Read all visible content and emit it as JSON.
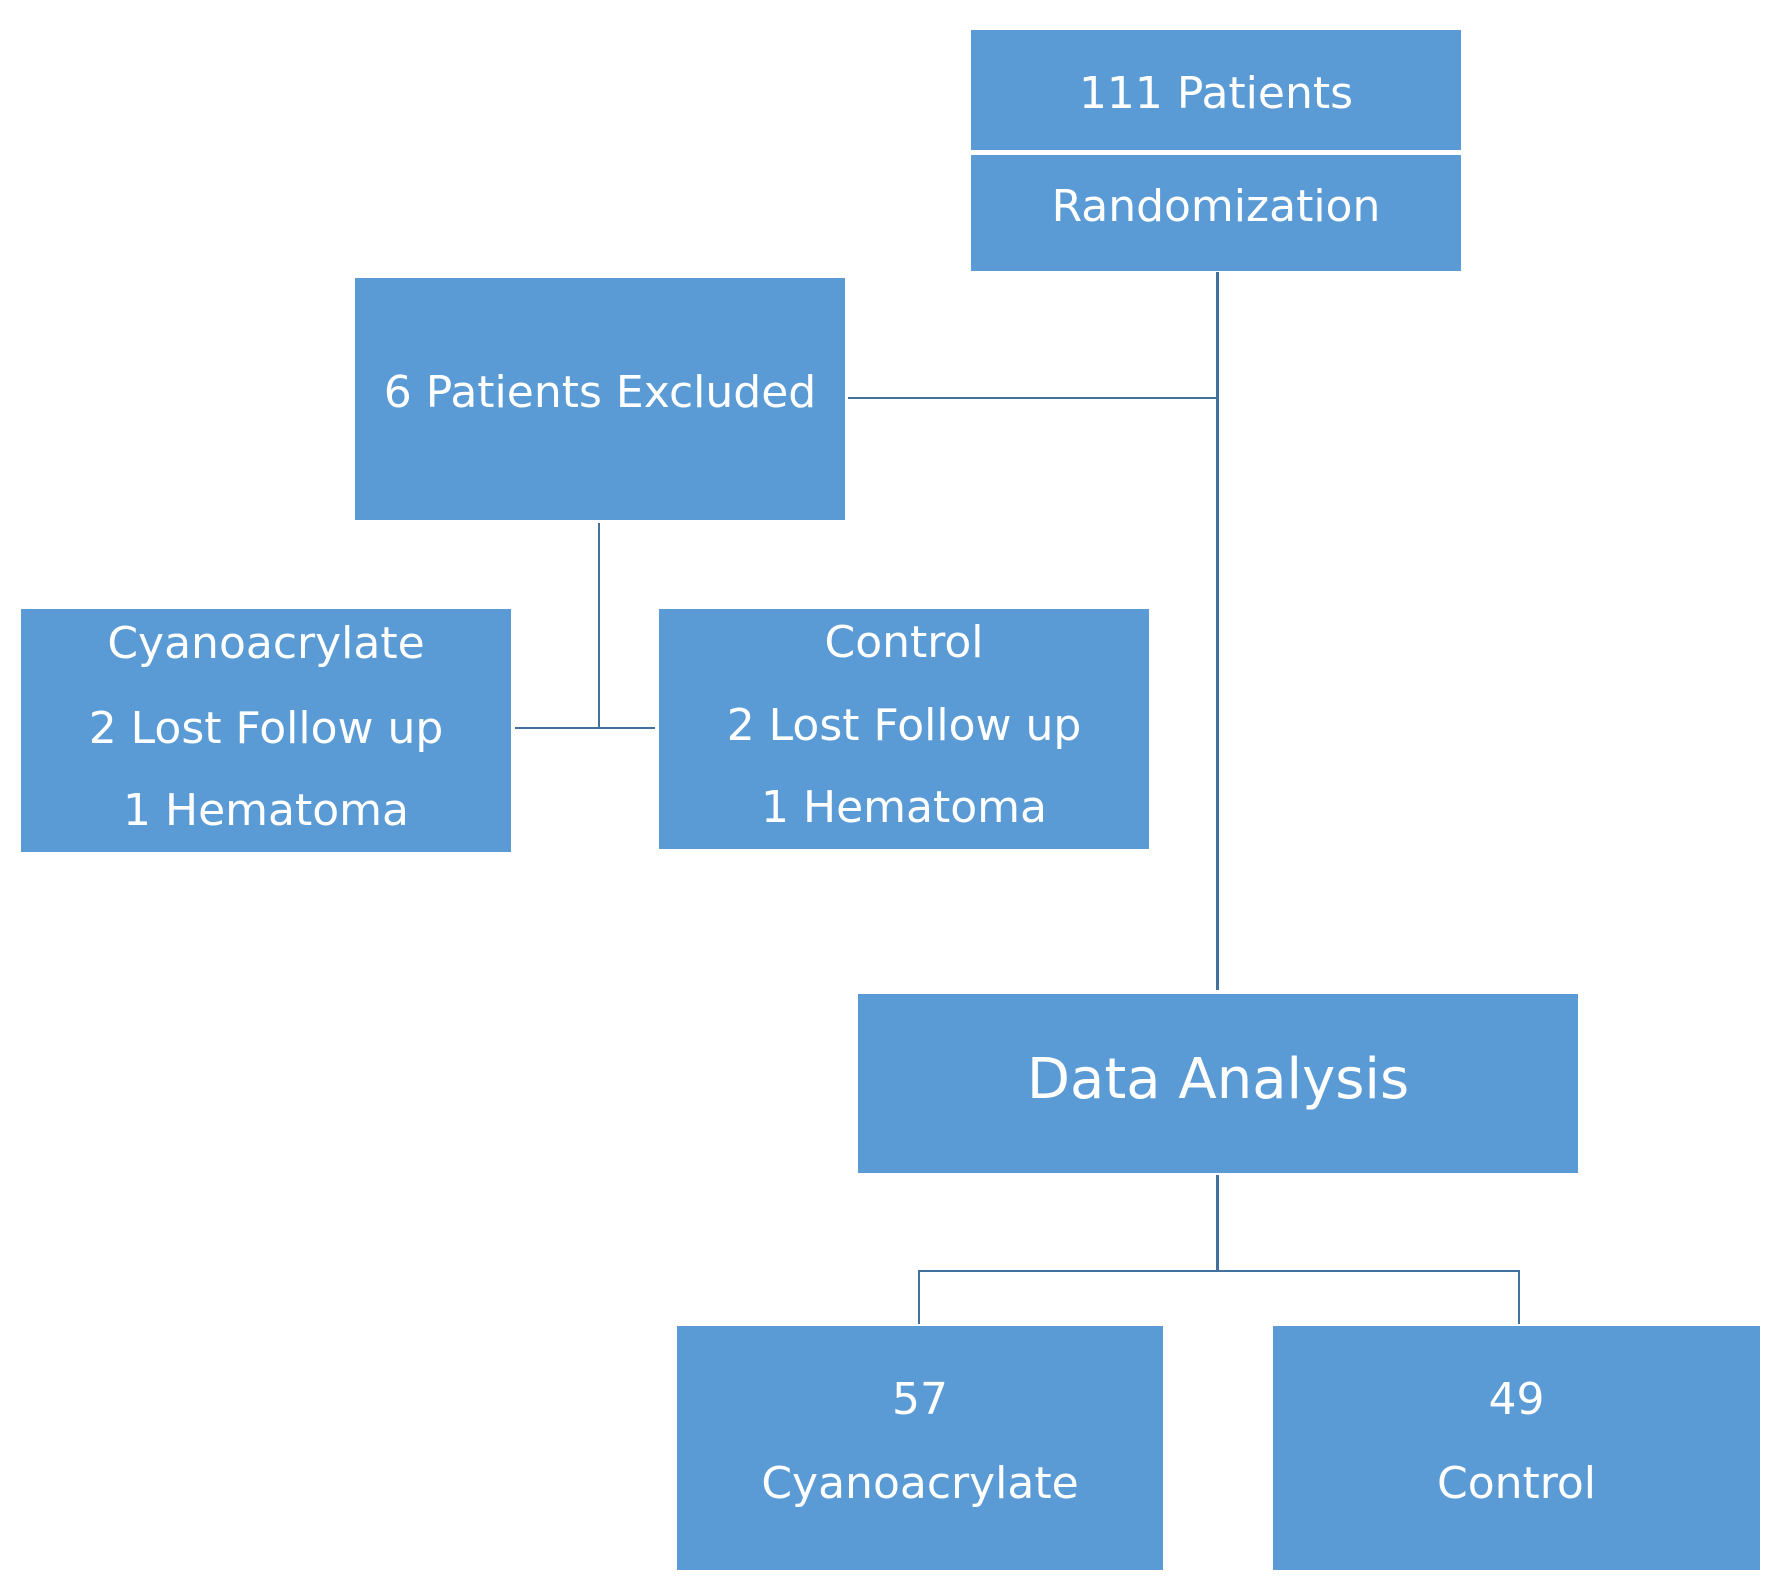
{
  "flowchart": {
    "patients_total": "111 Patients",
    "randomization": "Randomization",
    "excluded": "6 Patients Excluded",
    "excluded_cyanoacrylate": {
      "title": "Cyanoacrylate",
      "lost": "2 Lost Follow up",
      "hematoma": "1 Hematoma"
    },
    "excluded_control": {
      "title": "Control",
      "lost": "2 Lost Follow up",
      "hematoma": "1 Hematoma"
    },
    "data_analysis": "Data Analysis",
    "final_cyanoacrylate": {
      "count": "57",
      "label": "Cyanoacrylate"
    },
    "final_control": {
      "count": "49",
      "label": "Control"
    }
  },
  "colors": {
    "box_fill": "#5b9bd5",
    "box_text": "#ffffff",
    "connector": "#41719c"
  }
}
